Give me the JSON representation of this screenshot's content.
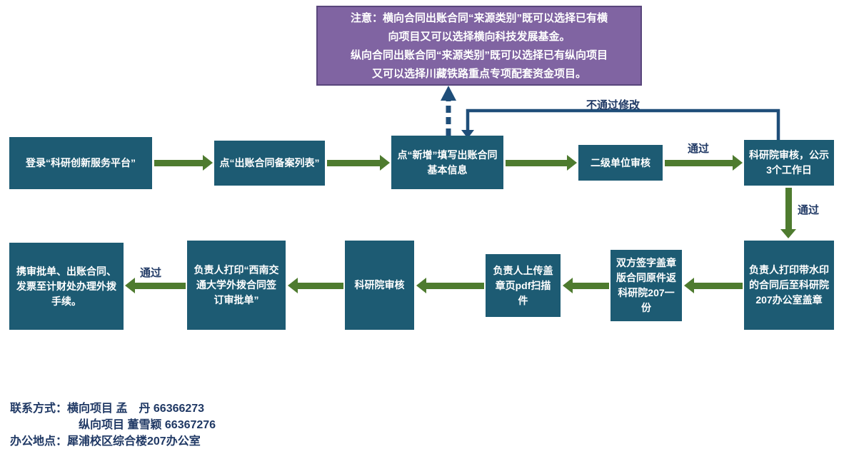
{
  "note": {
    "lines": [
      "注意：横向合同出账合同“来源类别”既可以选择已有横",
      "向项目又可以选择横向科技发展基金。",
      "纵向合同出账合同“来源类别”既可以选择已有纵向项目",
      "又可以选择川藏铁路重点专项配套资金项目。"
    ]
  },
  "flow": {
    "top": [
      "登录“科研创新服务平台”",
      "点“出账合同备案列表”",
      "点“新增”填写出账合同基本信息",
      "二级单位审核",
      "科研院审核，公示3个工作日"
    ],
    "bottom": [
      "负责人打印带水印的合同后至科研院207办公室盖章",
      "双方签字盖章版合同原件返科研院207一份",
      "负责人上传盖章页pdf扫描件",
      "科研院审核",
      "负责人打印“西南交通大学外拨合同签订审批单”",
      "携审批单、出账合同、发票至计财处办理外拨手续。"
    ]
  },
  "labels": {
    "pass": "通过",
    "reject": "不通过修改"
  },
  "contact": {
    "line1": "联系方式：横向项目 孟　丹 66366273",
    "line2": "纵向项目 董雪颖 66367276",
    "line3": "办公地点：犀浦校区综合楼207办公室"
  },
  "colors": {
    "box": "#1D5B73",
    "arrow": "#4E7B2F",
    "note_fill": "#8064A2",
    "note_border": "#59467C",
    "connector": "#1F4E79",
    "label_text": "#1F3864"
  }
}
